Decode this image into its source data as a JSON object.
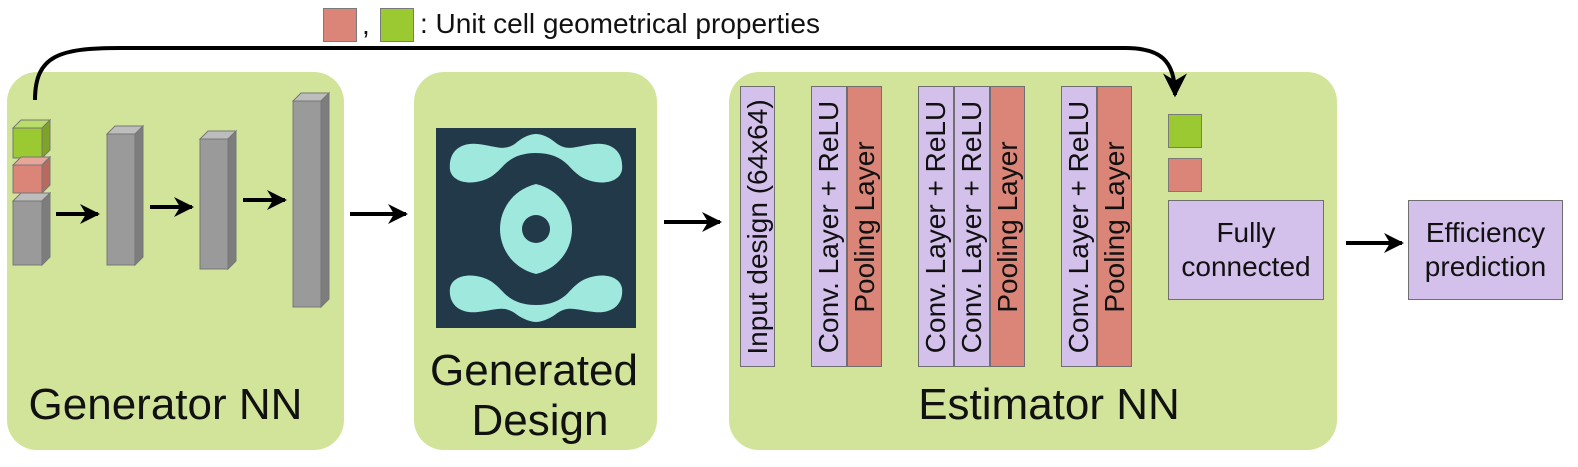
{
  "legend": {
    "separator": ",",
    "text": ": Unit cell geometrical properties",
    "colors": {
      "salmon": "#db8578",
      "green": "#9bc932"
    }
  },
  "panels": {
    "generator": {
      "label": "Generator NN"
    },
    "design": {
      "label_line1": "Generated",
      "label_line2": "Design"
    },
    "estimator": {
      "label": "Estimator NN"
    }
  },
  "estimator_layers": {
    "input": "Input design (64x64)",
    "conv": "Conv. Layer + ReLU",
    "pool": "Pooling Layer"
  },
  "fully_connected": {
    "line1": "Fully",
    "line2": "connected"
  },
  "output": {
    "line1": "Efficiency",
    "line2": "prediction"
  },
  "colors": {
    "panel": "#d1e49a",
    "lavender": "#d3c1ec",
    "salmon": "#db8578",
    "green": "#9bc932",
    "block_gray": "#9a9a9a",
    "design_bg": "#22394a",
    "design_shape": "#9ee8dd"
  }
}
